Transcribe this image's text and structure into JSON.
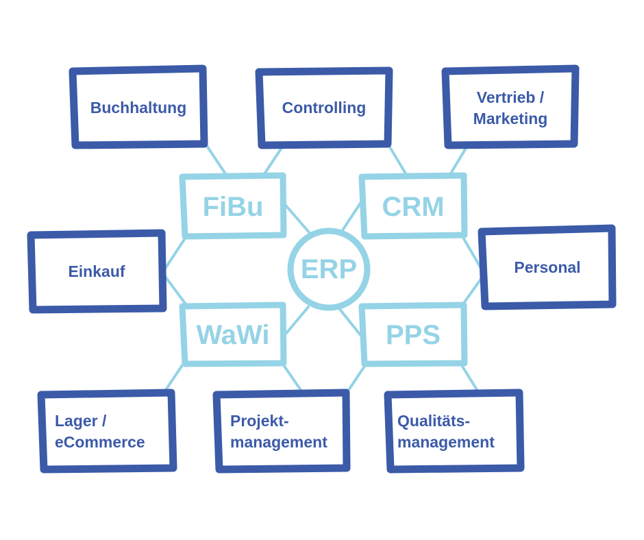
{
  "colors": {
    "dark": "#3b5aa8",
    "light": "#95d3e6"
  },
  "center": {
    "label": "ERP"
  },
  "modules": [
    {
      "label": "FiBu"
    },
    {
      "label": "CRM"
    },
    {
      "label": "WaWi"
    },
    {
      "label": "PPS"
    }
  ],
  "functions": [
    {
      "label": "Buchhaltung"
    },
    {
      "label": "Controlling"
    },
    {
      "label": "Vertrieb /\nMarketing"
    },
    {
      "label": "Einkauf"
    },
    {
      "label": "Personal"
    },
    {
      "label": "Lager /\neCommerce"
    },
    {
      "label": "Projekt-\nmanagement"
    },
    {
      "label": "Qualitäts-\nmanagement"
    }
  ]
}
